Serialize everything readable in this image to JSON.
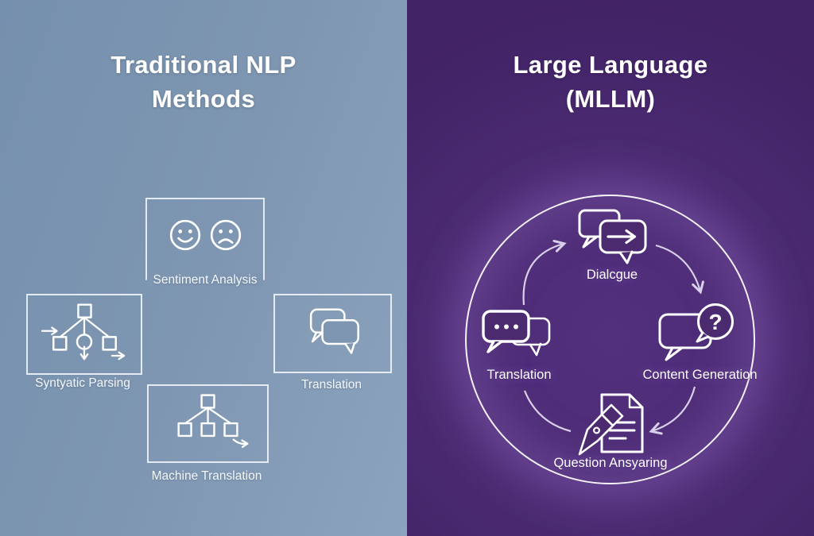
{
  "left_panel": {
    "title_line1": "Traditional NLP",
    "title_line2": "Methods",
    "boxes": [
      {
        "label": "Sentiment Analysis",
        "icon": "happy-sad-faces-icon"
      },
      {
        "label": "Syntyatic Parsing",
        "icon": "parse-tree-loop-icon"
      },
      {
        "label": "Translation",
        "icon": "speech-bubbles-icon"
      },
      {
        "label": "Machine Translation",
        "icon": "tree-diagram-arrow-icon"
      }
    ]
  },
  "right_panel": {
    "title_line1": "Large Language",
    "title_line2": "(MLLM)",
    "question_glyph": "?",
    "cycle": [
      {
        "label": "Dialcgue",
        "icon": "dialogue-bubbles-arrow-icon",
        "position": "top"
      },
      {
        "label": "Content Generation",
        "icon": "question-bubble-icon",
        "position": "right"
      },
      {
        "label": "Question Ansyaring",
        "icon": "pen-document-icon",
        "position": "bottom"
      },
      {
        "label": "Translation",
        "icon": "dots-speech-bubbles-icon",
        "position": "left"
      }
    ]
  },
  "colors": {
    "left_background": "#7e96b1",
    "right_background": "#46266a",
    "box_border": "#eef3f8",
    "circle_stroke": "#ffffff",
    "arrow": "#d9d0ea",
    "text": "#ffffff"
  }
}
